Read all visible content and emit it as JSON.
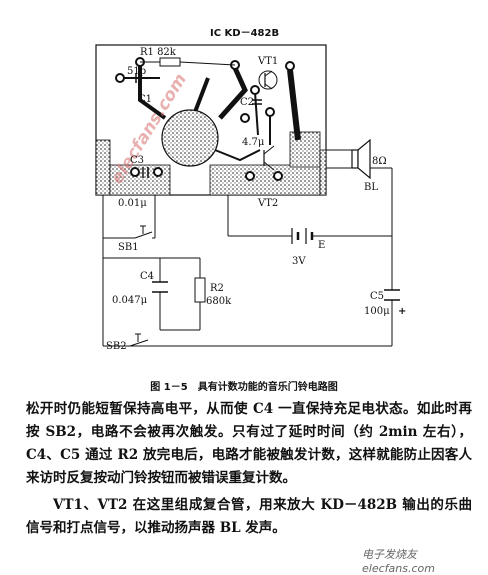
{
  "diagram": {
    "ic_label": "IC KD－482B",
    "r1_label": "R1 82k",
    "c51_label": "51p",
    "c1_label": "C1",
    "c2_label": "C2",
    "vt1_label": "VT1",
    "c47_label": "4.7μ",
    "c3_label": "C3",
    "c001_label": "0.01μ",
    "sb1_label": "SB1",
    "vt2_label": "VT2",
    "speaker_value": "8Ω",
    "speaker_name": "BL",
    "battery_name": "E",
    "battery_voltage": "3V",
    "c4_name": "C4",
    "c4_value": "0.047μ",
    "r2_name": "R2",
    "r2_value": "680k",
    "c5_name": "C5",
    "c5_value": "100μ",
    "c5_polarity": "+",
    "sb2_label": "SB2",
    "watermark": "elecfans.com"
  },
  "caption": "图 1－5　具有计数功能的音乐门铃电路图",
  "paragraphs": [
    "松开时仍能短暂保持高电平，从而使 C4 一直保持充足电状态。如此时再按 SB2，电路不会被再次触发。只有过了延时时间（约 2min 左右），C4、C5 通过 R2 放完电后，电路才能被触发计数，这样就能防止因客人来访时反复按动门铃按钮而被错误重复计数。",
    "VT1、VT2 在这里组成复合管，用来放大 KD－482B 输出的乐曲信号和打点信号，以推动扬声器 BL 发声。"
  ],
  "footer_watermark": "电子发烧友 elecfans.com"
}
